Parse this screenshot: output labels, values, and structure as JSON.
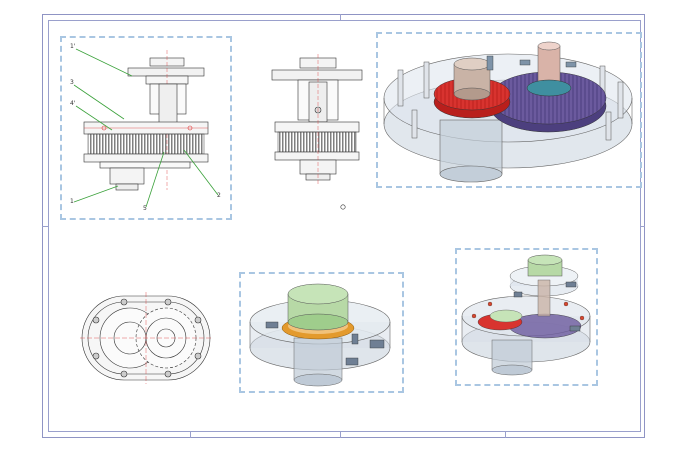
{
  "drawing": {
    "callouts": {
      "c1_prime": "1'",
      "c3": "3",
      "c4_prime": "4'",
      "c1": "1",
      "c5": "5",
      "c2": "2"
    }
  },
  "colors": {
    "sheet_border": "#8f94c4",
    "view_frame": "#a9c6e2",
    "leader_line": "#3aa13a",
    "gear_red": "#d8332f",
    "gear_purple": "#6b5a9e",
    "cap_green": "#c6e4b8",
    "shaft_orange": "#e39a2d",
    "housing_glass": "#c9d3de"
  },
  "views": [
    {
      "id": "front-section-annotated",
      "kind": "section"
    },
    {
      "id": "front-elevation",
      "kind": "elevation"
    },
    {
      "id": "isometric-gear-train",
      "kind": "isometric"
    },
    {
      "id": "top-plan",
      "kind": "plan"
    },
    {
      "id": "isometric-housing",
      "kind": "isometric"
    },
    {
      "id": "isometric-exploded",
      "kind": "isometric"
    }
  ]
}
